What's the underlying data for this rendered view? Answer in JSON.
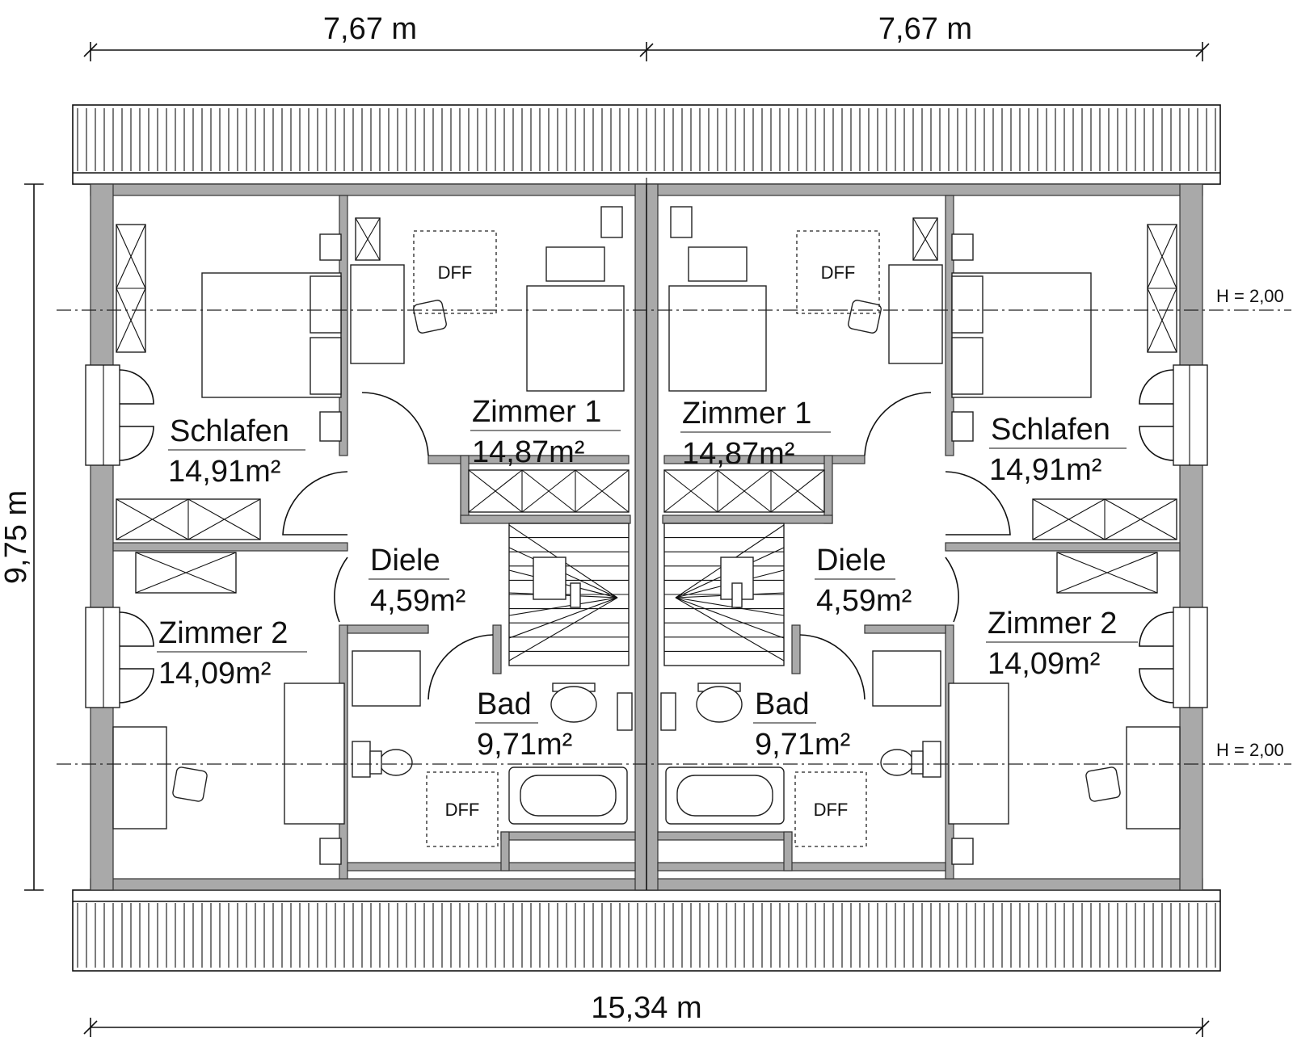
{
  "dimensions": {
    "top_left": "7,67 m",
    "top_right": "7,67 m",
    "bottom": "15,34 m",
    "side": "9,75 m"
  },
  "height_marks": [
    "H = 2,00",
    "H = 2,00"
  ],
  "fixtures": {
    "skylight": "DFF"
  },
  "rooms": [
    {
      "name": "Schlafen",
      "area": "14,91m²"
    },
    {
      "name": "Zimmer 1",
      "area": "14,87m²"
    },
    {
      "name": "Diele",
      "area": "4,59m²"
    },
    {
      "name": "Zimmer 2",
      "area": "14,09m²"
    },
    {
      "name": "Bad",
      "area": "9,71m²"
    },
    {
      "name": "Zimmer 1",
      "area": "14,87m²"
    },
    {
      "name": "Schlafen",
      "area": "14,91m²"
    },
    {
      "name": "Diele",
      "area": "4,59m²"
    },
    {
      "name": "Zimmer 2",
      "area": "14,09m²"
    },
    {
      "name": "Bad",
      "area": "9,71m²"
    }
  ],
  "colors": {
    "wall": "#a9a9a9",
    "line": "#111111"
  }
}
